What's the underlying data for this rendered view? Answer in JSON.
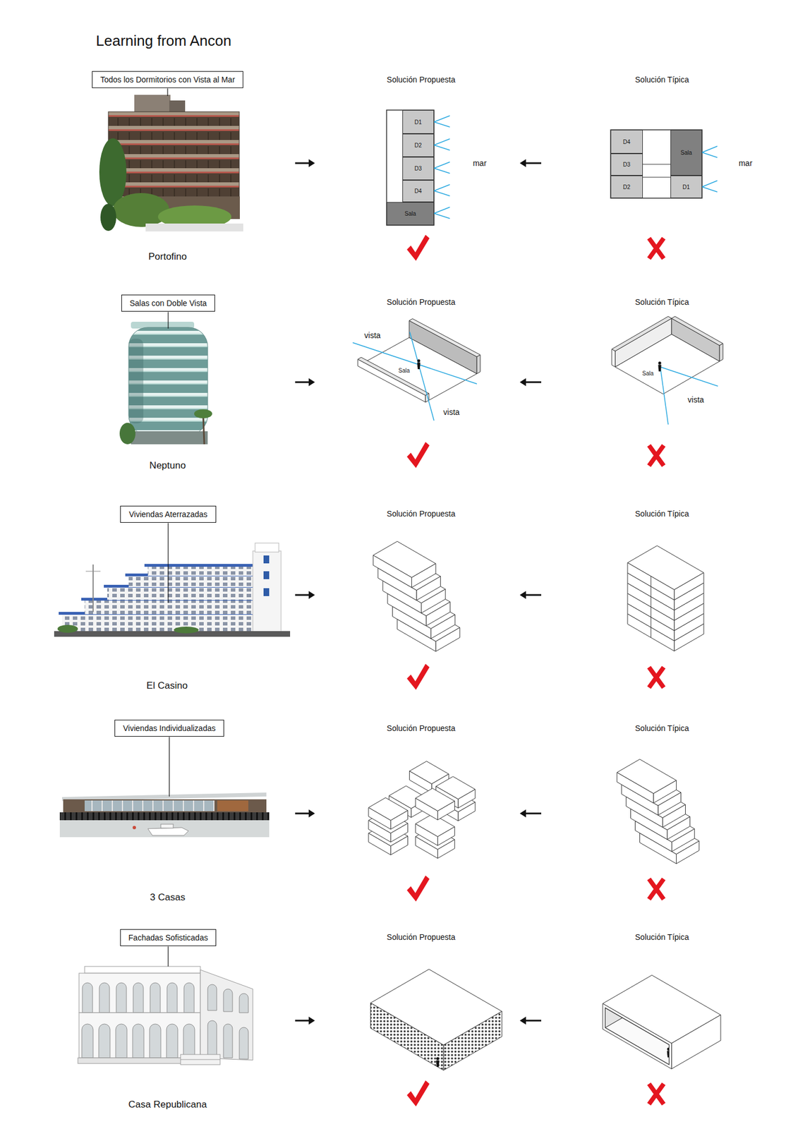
{
  "diagram": {
    "title": "Learning from Ancon",
    "nodes": [
      {
        "text": [
          "Todos los Dormitorios con Vista al Mar"
        ]
      },
      {
        "text": [
          "D1"
        ]
      },
      {
        "text": [
          "D2"
        ]
      },
      {
        "text": [
          "D3"
        ]
      },
      {
        "text": [
          "D4"
        ]
      },
      {
        "text": [
          "Sala"
        ]
      },
      {
        "text": [
          "D4"
        ]
      },
      {
        "text": [
          "Sala"
        ]
      },
      {
        "text": [
          "D3"
        ]
      },
      {
        "text": [
          "D2"
        ]
      },
      {
        "text": [
          "D1"
        ]
      },
      {
        "text": [
          "Salas con Doble Vista"
        ]
      },
      {
        "text": [
          "Viviendas Aterrazadas"
        ]
      },
      {
        "text": [
          "Viviendas Individualizadas"
        ]
      },
      {
        "text": [
          "Fachadas Sofisticadas"
        ]
      }
    ],
    "labels": [
      "Solución Propuesta",
      "Solución Típica",
      "mar",
      "mar",
      "Portofino",
      "Solución Propuesta",
      "Solución Típica",
      "vista",
      "Sala",
      "vista",
      "Sala",
      "vista",
      "Neptuno",
      "Solución Propuesta",
      "Solución Típica",
      "El Casino",
      "Solución Propuesta",
      "Solución Típica",
      "3 Casas",
      "Solución Propuesta",
      "Solución Típica",
      "Casa Republicana"
    ]
  }
}
